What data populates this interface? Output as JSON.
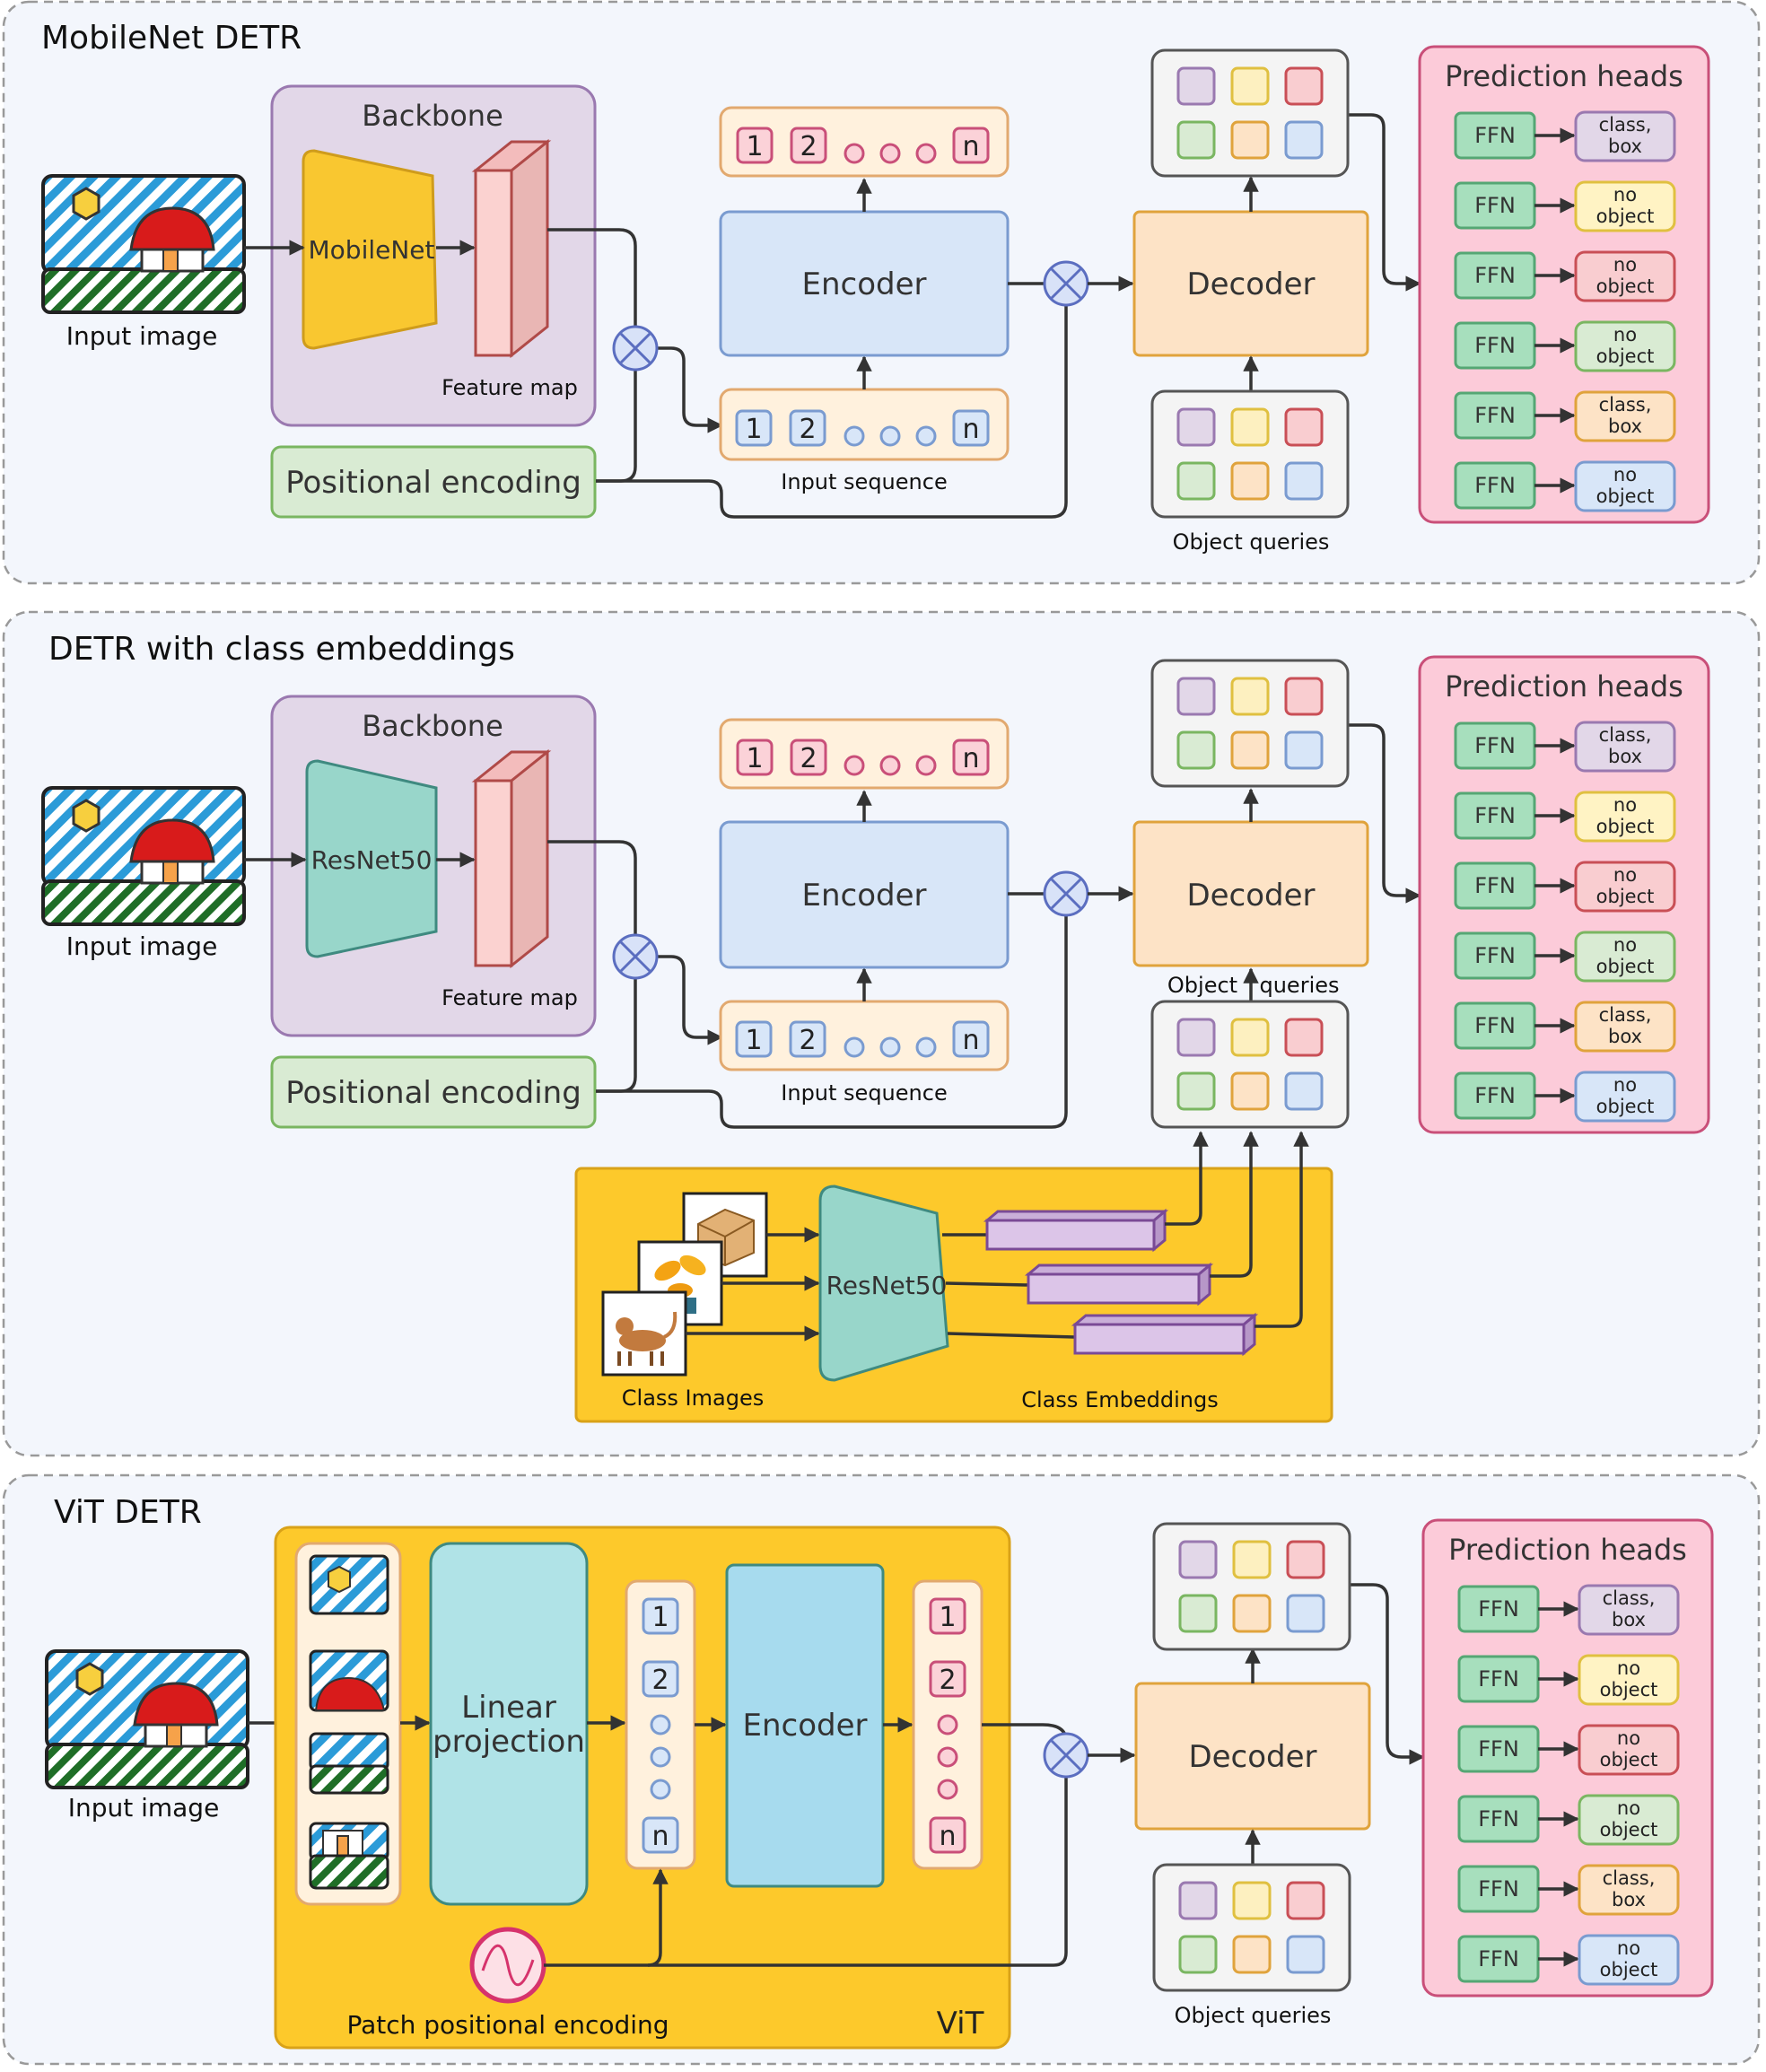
{
  "panels": [
    {
      "title": "MobileNet DETR",
      "input_caption": "Input image",
      "backbone_title": "Backbone",
      "backbone_net": "MobileNet",
      "feature_map": "Feature map",
      "positional_encoding": "Positional encoding",
      "encoder": "Encoder",
      "decoder": "Decoder",
      "input_sequence": "Input sequence",
      "object_queries": "Object queries",
      "prediction_heads": "Prediction heads",
      "tokens": [
        "1",
        "2",
        "n"
      ],
      "heads": [
        {
          "ffn": "FFN",
          "line1": "class,",
          "line2": "box"
        },
        {
          "ffn": "FFN",
          "line1": "no",
          "line2": "object"
        },
        {
          "ffn": "FFN",
          "line1": "no",
          "line2": "object"
        },
        {
          "ffn": "FFN",
          "line1": "no",
          "line2": "object"
        },
        {
          "ffn": "FFN",
          "line1": "class,",
          "line2": "box"
        },
        {
          "ffn": "FFN",
          "line1": "no",
          "line2": "object"
        }
      ]
    },
    {
      "title": "DETR with class embeddings",
      "input_caption": "Input image",
      "backbone_title": "Backbone",
      "backbone_net": "ResNet50",
      "feature_map": "Feature map",
      "positional_encoding": "Positional encoding",
      "encoder": "Encoder",
      "decoder": "Decoder",
      "input_sequence": "Input sequence",
      "object_queries_a": "Object",
      "object_queries_b": "queries",
      "prediction_heads": "Prediction heads",
      "tokens": [
        "1",
        "2",
        "n"
      ],
      "class_net": "ResNet50",
      "class_images": "Class Images",
      "class_embeddings": "Class Embeddings",
      "heads": [
        {
          "ffn": "FFN",
          "line1": "class,",
          "line2": "box"
        },
        {
          "ffn": "FFN",
          "line1": "no",
          "line2": "object"
        },
        {
          "ffn": "FFN",
          "line1": "no",
          "line2": "object"
        },
        {
          "ffn": "FFN",
          "line1": "no",
          "line2": "object"
        },
        {
          "ffn": "FFN",
          "line1": "class,",
          "line2": "box"
        },
        {
          "ffn": "FFN",
          "line1": "no",
          "line2": "object"
        }
      ]
    },
    {
      "title": "ViT DETR",
      "input_caption": "Input image",
      "linear_a": "Linear",
      "linear_b": "projection",
      "encoder": "Encoder",
      "decoder": "Decoder",
      "patch_pe": "Patch positional encoding",
      "vit": "ViT",
      "object_queries": "Object queries",
      "prediction_heads": "Prediction heads",
      "tokens": [
        "1",
        "2",
        "n"
      ],
      "heads": [
        {
          "ffn": "FFN",
          "line1": "class,",
          "line2": "box"
        },
        {
          "ffn": "FFN",
          "line1": "no",
          "line2": "object"
        },
        {
          "ffn": "FFN",
          "line1": "no",
          "line2": "object"
        },
        {
          "ffn": "FFN",
          "line1": "no",
          "line2": "object"
        },
        {
          "ffn": "FFN",
          "line1": "class,",
          "line2": "box"
        },
        {
          "ffn": "FFN",
          "line1": "no",
          "line2": "object"
        }
      ]
    }
  ],
  "colors": {
    "panel_bg": "#f3f6fc",
    "panel_border": "#999999",
    "backbone_fill": "#e2d7e8",
    "backbone_border": "#9a79b0",
    "mobilenet_fill": "#f9c730",
    "resnet_fill": "#98d6ca",
    "feature_map_fill": "#fbd2d0",
    "feature_map_border": "#b04a48",
    "pe_fill": "#d9ebd3",
    "pe_border": "#7ab661",
    "encoder_fill": "#d8e6f8",
    "encoder_border": "#7a9bd0",
    "decoder_fill": "#fde3c6",
    "decoder_border": "#e0a33c",
    "seq_fill": "#fff1dd",
    "seq_border": "#e2a96f",
    "heads_fill": "#fccbd9",
    "heads_border": "#c94f79",
    "ffn_fill": "#a7dfbd",
    "ffn_border": "#55a774",
    "vit_fill": "#fdc92b",
    "vit_border": "#d9a218",
    "linear_fill": "#b0e3e7",
    "encoder_vit_fill": "#a7dbee",
    "pe_ring": "#d6336c"
  }
}
